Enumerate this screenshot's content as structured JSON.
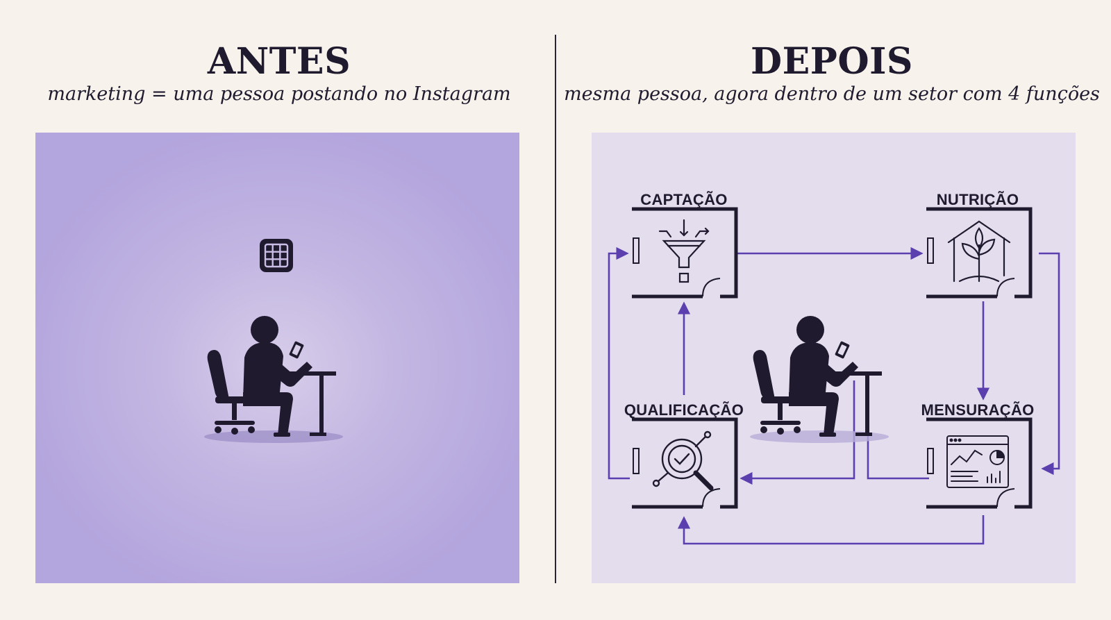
{
  "antes": {
    "title": "ANTES",
    "subtitle": "marketing = uma pessoa postando no Instagram"
  },
  "depois": {
    "title": "DEPOIS",
    "subtitle": "mesma pessoa, agora dentro de um setor com 4 funções",
    "rooms": {
      "captacao": "CAPTAÇÃO",
      "nutricao": "NUTRIÇÃO",
      "qualificacao": "QUALIFICAÇÃO",
      "mensuracao": "MENSURAÇÃO"
    }
  },
  "colors": {
    "background": "#f7f3ec",
    "ink": "#1f1a2e",
    "arrow": "#5b3fae",
    "antes_panel": "#b3a5dd",
    "depois_panel": "#e3ddee"
  },
  "icons": [
    "grid-icon",
    "person-at-desk-icon",
    "funnel-icon",
    "plant-house-icon",
    "magnifier-check-icon",
    "dashboard-chart-icon",
    "door-icon"
  ]
}
